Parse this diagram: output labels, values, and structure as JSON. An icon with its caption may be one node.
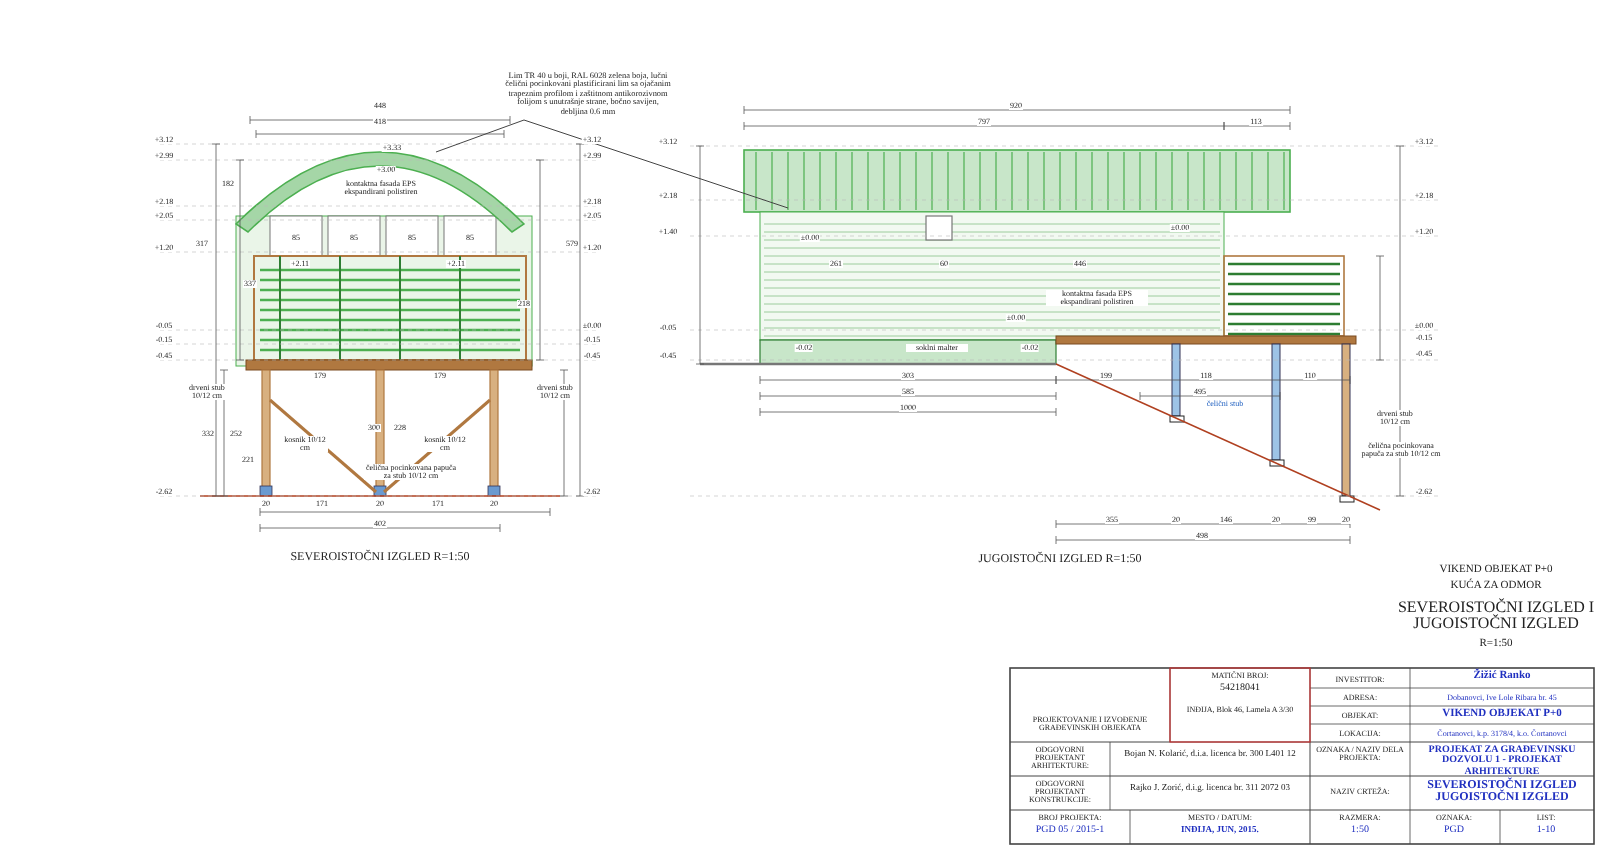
{
  "diagram": {
    "nodes": [
      {
        "text": [
          "Lim TR 40 u boji, RAL 6028 zelena boja, lučni čelični pocinkovani plastificirani lim sa ojačanim trapeznim profilom i zaštitnom antikorozivnom folijom s unutrašnje strane, bočno savijen, debljina 0.6 mm"
        ]
      },
      {
        "text": [],
        "shape": "picture"
      },
      {
        "text": [],
        "shape": "picture"
      }
    ],
    "edges": [
      {
        "from": 0,
        "to": 1,
        "arrow": "none"
      },
      {
        "from": 0,
        "to": 2,
        "arrow": "none"
      }
    ],
    "labels": [
      "448",
      "418",
      "+3.12",
      "+2.99",
      "+2.18",
      "+2.05",
      "+1.20",
      "-0.05",
      "-0.15",
      "-0.45",
      "-2.62",
      "+3.12",
      "+2.99",
      "+2.18",
      "+2.05",
      "+1.20",
      "±0.00",
      "-0.15",
      "-0.45",
      "-2.62",
      "+3.33",
      "+3.00",
      "kontaktna fasada EPS ekspandirani polistiren",
      "85",
      "85",
      "85",
      "85",
      "+2.11",
      "+2.11",
      "182",
      "317",
      "337",
      "218",
      "579",
      "332",
      "252",
      "221",
      "300",
      "228",
      "179",
      "179",
      "drveni stub 10/12 cm",
      "drveni stub 10/12 cm",
      "kosnik 10/12 cm",
      "kosnik 10/12 cm",
      "čelična pocinkovana papuča za stub 10/12 cm",
      "20",
      "171",
      "20",
      "171",
      "20",
      "402",
      "SEVEROISTOČNI IZGLED R=1:50",
      "920",
      "797",
      "113",
      "+3.12",
      "+2.18",
      "+1.40",
      "-0.05",
      "-0.45",
      "+3.12",
      "+2.18",
      "+1.20",
      "±0.00",
      "-0.15",
      "-0.45",
      "-2.62",
      "±0.00",
      "±0.00",
      "261",
      "60",
      "446",
      "kontaktna fasada EPS ekspandirani polistiren",
      "±0.00",
      "-0.02",
      "soklni malter",
      "-0.02",
      "303",
      "585",
      "1000",
      "199",
      "118",
      "110",
      "495",
      "čelični stub",
      "drveni stub 10/12 cm",
      "čelična pocinkovana papuča za stub 10/12 cm",
      "355",
      "20",
      "146",
      "20",
      "99",
      "20",
      "498",
      "JUGOISTOČNI IZGLED R=1:50",
      "VIKEND OBJEKAT P+0",
      "KUĆA ZA ODMOR",
      "SEVEROISTOČNI IZGLED I JUGOISTOČNI IZGLED",
      "R=1:50",
      "PROJEKTOVANJE I IZVOĐENJE GRAĐEVINSKIH OBJEKATA",
      "MATIČNI BROJ:",
      "54218041",
      "INĐIJA, Blok 46, Lamela A 3/30",
      "INVESTITOR:",
      "Žižić Ranko",
      "ADRESA:",
      "Dobanovci, Ive Lole Ribara br. 45",
      "OBJEKAT:",
      "VIKEND OBJEKAT P+0",
      "LOKACIJA:",
      "Čortanovci, k.p. 3178/4, k.o. Čortanovci",
      "ODGOVORNI PROJEKTANT ARHITEKTURE:",
      "Bojan N. Kolarić, d.i.a. licenca br. 300 L401 12",
      "OZNAKA / NAZIV DELA PROJEKTA:",
      "PROJEKAT ZA GRAĐEVINSKU DOZVOLU 1 - PROJEKAT ARHITEKTURE",
      "ODGOVORNI PROJEKTANT KONSTRUKCIJE:",
      "Rajko J. Zorić, d.i.g. licenca br. 311 2072 03",
      "NAZIV CRTEŽA:",
      "SEVEROISTOČNI IZGLED JUGOISTOČNI IZGLED",
      "BROJ PROJEKTA:",
      "PGD 05 / 2015-1",
      "MESTO / DATUM:",
      "INĐIJA, JUN, 2015.",
      "RAZMERA:",
      "1:50",
      "OZNAKA:",
      "PGD",
      "LIST:",
      "1-10"
    ]
  }
}
